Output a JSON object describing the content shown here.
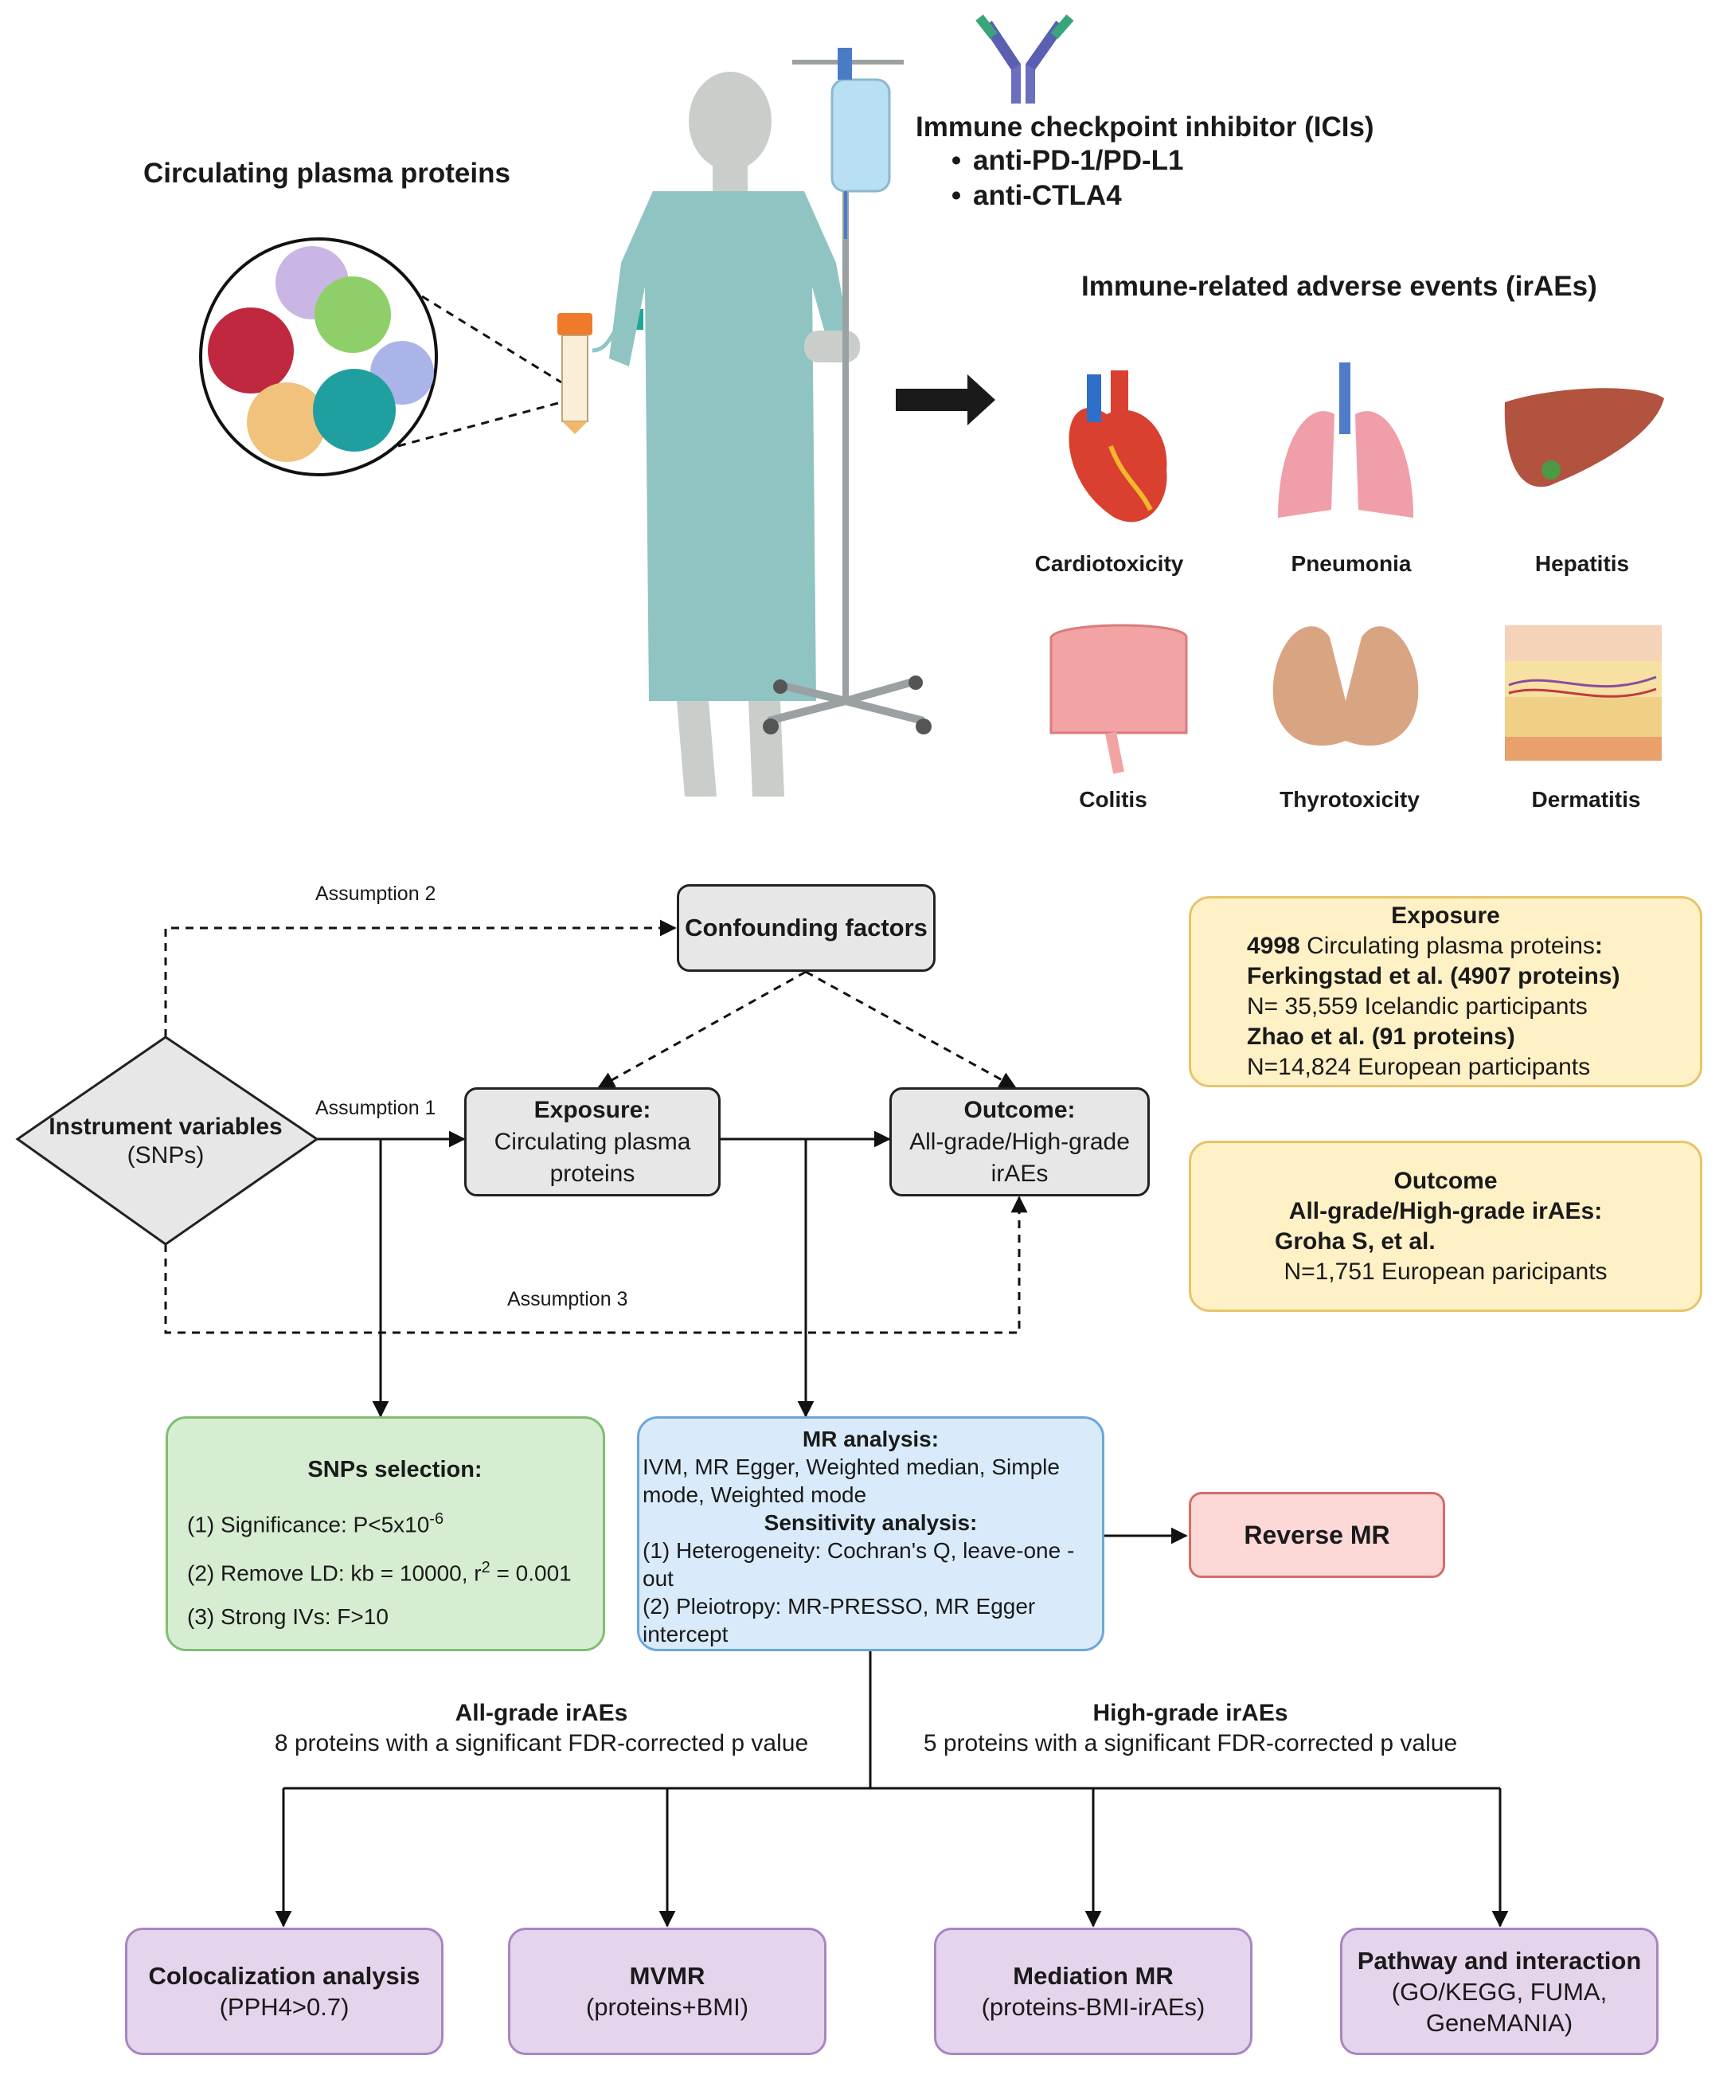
{
  "top": {
    "plasma_title": "Circulating plasma proteins",
    "ici_title": "Immune checkpoint inhibitor (ICIs)",
    "ici_items": [
      "anti-PD-1/PD-L1",
      "anti-CTLA4"
    ],
    "irae_title": "Immune-related adverse events (irAEs)",
    "organs": [
      "Cardiotoxicity",
      "Pneumonia",
      "Hepatitis",
      "Colitis",
      "Thyrotoxicity",
      "Dermatitis"
    ]
  },
  "dag": {
    "assumption1": "Assumption 1",
    "assumption2": "Assumption 2",
    "assumption3": "Assumption 3",
    "confounding": "Confounding factors",
    "iv_title": "Instrument variables",
    "iv_sub": "(SNPs)",
    "exposure_title": "Exposure:",
    "exposure_body": "Circulating plasma proteins",
    "outcome_title": "Outcome:",
    "outcome_body": "All-grade/High-grade irAEs"
  },
  "exposure_panel": {
    "title": "Exposure",
    "count": "4998",
    "count_rest": " Circulating plasma proteins",
    "colon": ":",
    "source1": "Ferkingstad et al. (4907 proteins)",
    "source1_n": "N= 35,559 Icelandic participants",
    "source2": "Zhao et al. (91 proteins)",
    "source2_n": "N=14,824 European participants"
  },
  "outcome_panel": {
    "title": "Outcome",
    "subtitle": "All-grade/High-grade irAEs:",
    "source": "Groha S, et al.",
    "source_n": "N=1,751 European paricipants"
  },
  "snps": {
    "title": "SNPs selection:",
    "item1": "(1) Significance: P<5x10",
    "item1_exp": "-6",
    "item2": "(2) Remove LD: kb = 10000, r",
    "item2_exp": "2",
    "item2_tail": " = 0.001",
    "item3": "(3) Strong IVs: F>10"
  },
  "mr": {
    "title": "MR analysis:",
    "methods": "IVM, MR Egger, Weighted median,   Simple mode, Weighted mode",
    "sens_title": "Sensitivity analysis:",
    "sens1": "(1) Heterogeneity: Cochran's Q, leave-one -out",
    "sens2": "(2) Pleiotropy: MR-PRESSO, MR Egger intercept"
  },
  "reverse_mr": "Reverse MR",
  "results": {
    "all_title": "All-grade irAEs",
    "all_body": "8 proteins with a significant FDR-corrected p value",
    "high_title": "High-grade irAEs",
    "high_body": "5 proteins with a significant FDR-corrected p value"
  },
  "bottom": [
    {
      "title": "Colocalization analysis",
      "sub": "(PPH4>0.7)"
    },
    {
      "title": "MVMR",
      "sub": "(proteins+BMI)"
    },
    {
      "title": "Mediation MR",
      "sub": "(proteins-BMI-irAEs)"
    },
    {
      "title": "Pathway and interaction",
      "sub": "(GO/KEGG, FUMA, GeneMANIA)"
    }
  ],
  "colors": {
    "gown": "#8fc4c2",
    "person": "#c9ceca",
    "grey_box": "#e7e7e7",
    "yellow_box": "#fff1c6",
    "green_box": "#d7edd2",
    "blue_box": "#d9ebfb",
    "red_box": "#fcd9d6",
    "purple_box": "#e5d5ec"
  }
}
